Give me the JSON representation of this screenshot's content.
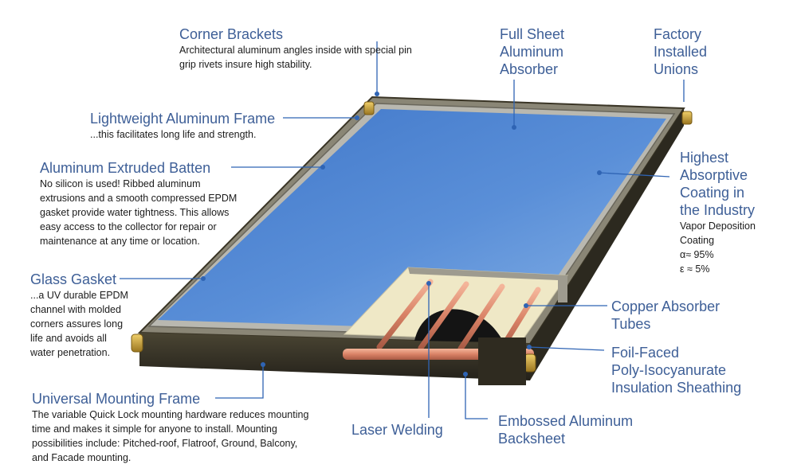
{
  "callouts": {
    "corner_brackets": {
      "title": "Corner Brackets",
      "desc_lines": [
        "Architectural aluminum angles inside with special pin",
        "grip rivets insure high stability."
      ]
    },
    "lightweight_frame": {
      "title": "Lightweight Aluminum Frame",
      "desc_lines": [
        "...this facilitates long life and strength."
      ]
    },
    "extruded_batten": {
      "title": "Aluminum Extruded Batten",
      "desc_lines": [
        "No silicon is used! Ribbed aluminum",
        "extrusions and a smooth compressed EPDM",
        "gasket provide water tightness. This allows",
        "easy access to the collector for repair or",
        "maintenance at any time or location."
      ]
    },
    "glass_gasket": {
      "title": "Glass Gasket",
      "desc_lines": [
        "...a UV durable EPDM",
        "channel with molded",
        "corners assures long",
        "life and avoids all",
        "water penetration."
      ]
    },
    "mounting_frame": {
      "title": "Universal Mounting Frame",
      "desc_lines": [
        "The variable Quick Lock mounting hardware reduces mounting",
        "time and makes it simple for anyone to install. Mounting",
        "possibilities include: Pitched-roof, Flatroof, Ground, Balcony,",
        "and Facade mounting."
      ]
    },
    "full_sheet": {
      "title_lines": [
        "Full Sheet",
        "Aluminum",
        "Absorber"
      ]
    },
    "factory_unions": {
      "title_lines": [
        "Factory",
        "Installed",
        "Unions"
      ]
    },
    "absorptive_coating": {
      "title_lines": [
        "Highest",
        "Absorptive",
        "Coating in",
        "the Industry"
      ],
      "desc_lines": [
        "Vapor Deposition",
        "Coating",
        "α≈ 95%",
        "ε ≈ 5%"
      ]
    },
    "copper_tubes": {
      "title_lines": [
        "Copper Absorber",
        "Tubes"
      ]
    },
    "insulation": {
      "title_lines": [
        "Foil-Faced",
        "Poly-Isocyanurate",
        "Insulation Sheathing"
      ]
    },
    "laser_welding": {
      "title": "Laser Welding"
    },
    "backsheet": {
      "title_lines": [
        "Embossed Aluminum",
        "Backsheet"
      ]
    }
  },
  "colors": {
    "title_blue": "#3e5f97",
    "leader_blue": "#2f64b4",
    "glass_blue": "#4f86d2",
    "frame_dark": "#3a3526",
    "brass": "#c9a23a",
    "copper": "#d98a6a"
  }
}
